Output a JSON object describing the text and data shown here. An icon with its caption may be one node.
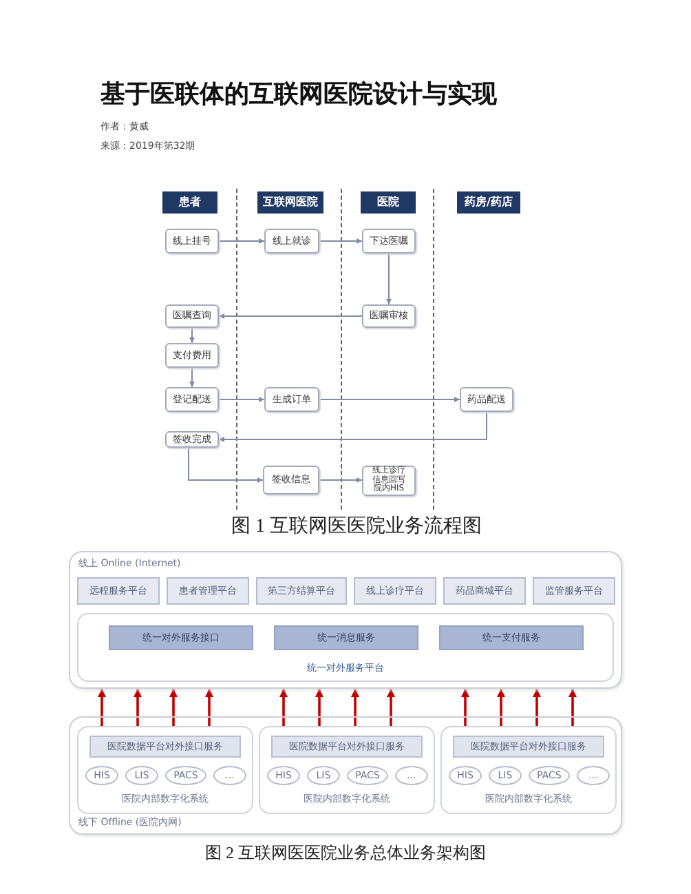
{
  "diagram": {
    "title": "基于医联体的互联网医院设计与实现",
    "nodes": [
      {
        "text": [
          "患者"
        ]
      },
      {
        "text": [
          "互联网医院"
        ]
      },
      {
        "text": [
          "医院"
        ]
      },
      {
        "text": [
          "药房/药店"
        ]
      },
      {
        "text": [
          "线上挂号"
        ]
      },
      {
        "text": [
          "线上就诊"
        ]
      },
      {
        "text": [
          "下达医嘱"
        ]
      },
      {
        "text": [
          "医嘱查询"
        ]
      },
      {
        "text": [
          "医嘱审核"
        ]
      },
      {
        "text": [
          "支付费用"
        ]
      },
      {
        "text": [
          "登记配送"
        ]
      },
      {
        "text": [
          "生成订单"
        ]
      },
      {
        "text": [
          "药品配送"
        ]
      },
      {
        "text": [
          "签收完成"
        ]
      },
      {
        "text": [
          "签收信息"
        ]
      },
      {
        "text": [
          "线上诊疗信息回写院内HIS"
        ]
      },
      {
        "text": [
          "线上 Online (Internet)"
        ]
      },
      {
        "text": [
          "远程服务平台"
        ],
        "in": 16
      },
      {
        "text": [
          "患者管理平台"
        ],
        "in": 16
      },
      {
        "text": [
          "第三方结算平台"
        ],
        "in": 16
      },
      {
        "text": [
          "线上诊疗平台"
        ],
        "in": 16
      },
      {
        "text": [
          "药品商城平台"
        ],
        "in": 16
      },
      {
        "text": [
          "监管服务平台"
        ],
        "in": 16
      },
      {
        "text": [
          "统一对外服务平台"
        ],
        "in": 16
      },
      {
        "text": [
          "统一对外服务接口"
        ],
        "in": 23
      },
      {
        "text": [
          "统一消息服务"
        ],
        "in": 23
      },
      {
        "text": [
          "统一支付服务"
        ],
        "in": 23
      },
      {
        "text": [
          "线下 Offline (医院内网)"
        ]
      },
      {
        "text": [
          "医院内部数字化系统"
        ],
        "in": 27
      },
      {
        "text": [
          "医院数据平台对外接口服务"
        ],
        "in": 28
      },
      {
        "text": [
          "HIS"
        ],
        "in": 28
      },
      {
        "text": [
          "LIS"
        ],
        "in": 28
      },
      {
        "text": [
          "PACS"
        ],
        "in": 28
      },
      {
        "text": [
          "..."
        ],
        "in": 28
      },
      {
        "text": [
          "医院内部数字化系统"
        ],
        "in": 27
      },
      {
        "text": [
          "医院数据平台对外接口服务"
        ],
        "in": 34
      },
      {
        "text": [
          "HIS"
        ],
        "in": 34
      },
      {
        "text": [
          "LIS"
        ],
        "in": 34
      },
      {
        "text": [
          "PACS"
        ],
        "in": 34
      },
      {
        "text": [
          "..."
        ],
        "in": 34
      },
      {
        "text": [
          "医院内部数字化系统"
        ],
        "in": 27
      },
      {
        "text": [
          "医院数据平台对外接口服务"
        ],
        "in": 40
      },
      {
        "text": [
          "HIS"
        ],
        "in": 40
      },
      {
        "text": [
          "LIS"
        ],
        "in": 40
      },
      {
        "text": [
          "PACS"
        ],
        "in": 40
      },
      {
        "text": [
          "..."
        ],
        "in": 40
      }
    ],
    "edges": [
      {
        "from": 4,
        "to": 5,
        "arrow": "to",
        "color": "#7f8ca3"
      },
      {
        "from": 5,
        "to": 6,
        "arrow": "to",
        "color": "#7f8ca3"
      },
      {
        "from": 6,
        "to": 8,
        "arrow": "to",
        "color": "#7f8ca3"
      },
      {
        "from": 8,
        "to": 7,
        "arrow": "to",
        "color": "#7f8ca3"
      },
      {
        "from": 7,
        "to": 9,
        "arrow": "to",
        "color": "#7f8ca3"
      },
      {
        "from": 9,
        "to": 10,
        "arrow": "to",
        "color": "#7f8ca3"
      },
      {
        "from": 10,
        "to": 11,
        "arrow": "to",
        "color": "#7f8ca3"
      },
      {
        "from": 11,
        "to": 12,
        "arrow": "to",
        "color": "#7f8ca3"
      },
      {
        "from": 12,
        "to": 13,
        "arrow": "to",
        "color": "#7f8ca3"
      },
      {
        "from": 13,
        "to": 14,
        "arrow": "to",
        "color": "#7f8ca3"
      },
      {
        "from": 14,
        "to": 15,
        "arrow": "to",
        "color": "#7f8ca3"
      },
      {
        "from": 28,
        "to": 16,
        "arrow": "to"
      },
      {
        "from": 28,
        "to": 16,
        "arrow": "to"
      },
      {
        "from": 28,
        "to": 16,
        "arrow": "to"
      },
      {
        "from": 28,
        "to": 16,
        "arrow": "to"
      },
      {
        "from": 34,
        "to": 16,
        "arrow": "to"
      },
      {
        "from": 34,
        "to": 16,
        "arrow": "to"
      },
      {
        "from": 34,
        "to": 16,
        "arrow": "to"
      },
      {
        "from": 34,
        "to": 16,
        "arrow": "to"
      },
      {
        "from": 40,
        "to": 16,
        "arrow": "to"
      },
      {
        "from": 40,
        "to": 16,
        "arrow": "to"
      },
      {
        "from": 40,
        "to": 16,
        "arrow": "to"
      },
      {
        "from": 40,
        "to": 16,
        "arrow": "to"
      }
    ],
    "labels": [
      "作者：黄威",
      "来源：2019年第32期",
      "图 1 互联网医医院业务流程图",
      "图 2 互联网医医院业务总体业务架构图"
    ]
  }
}
